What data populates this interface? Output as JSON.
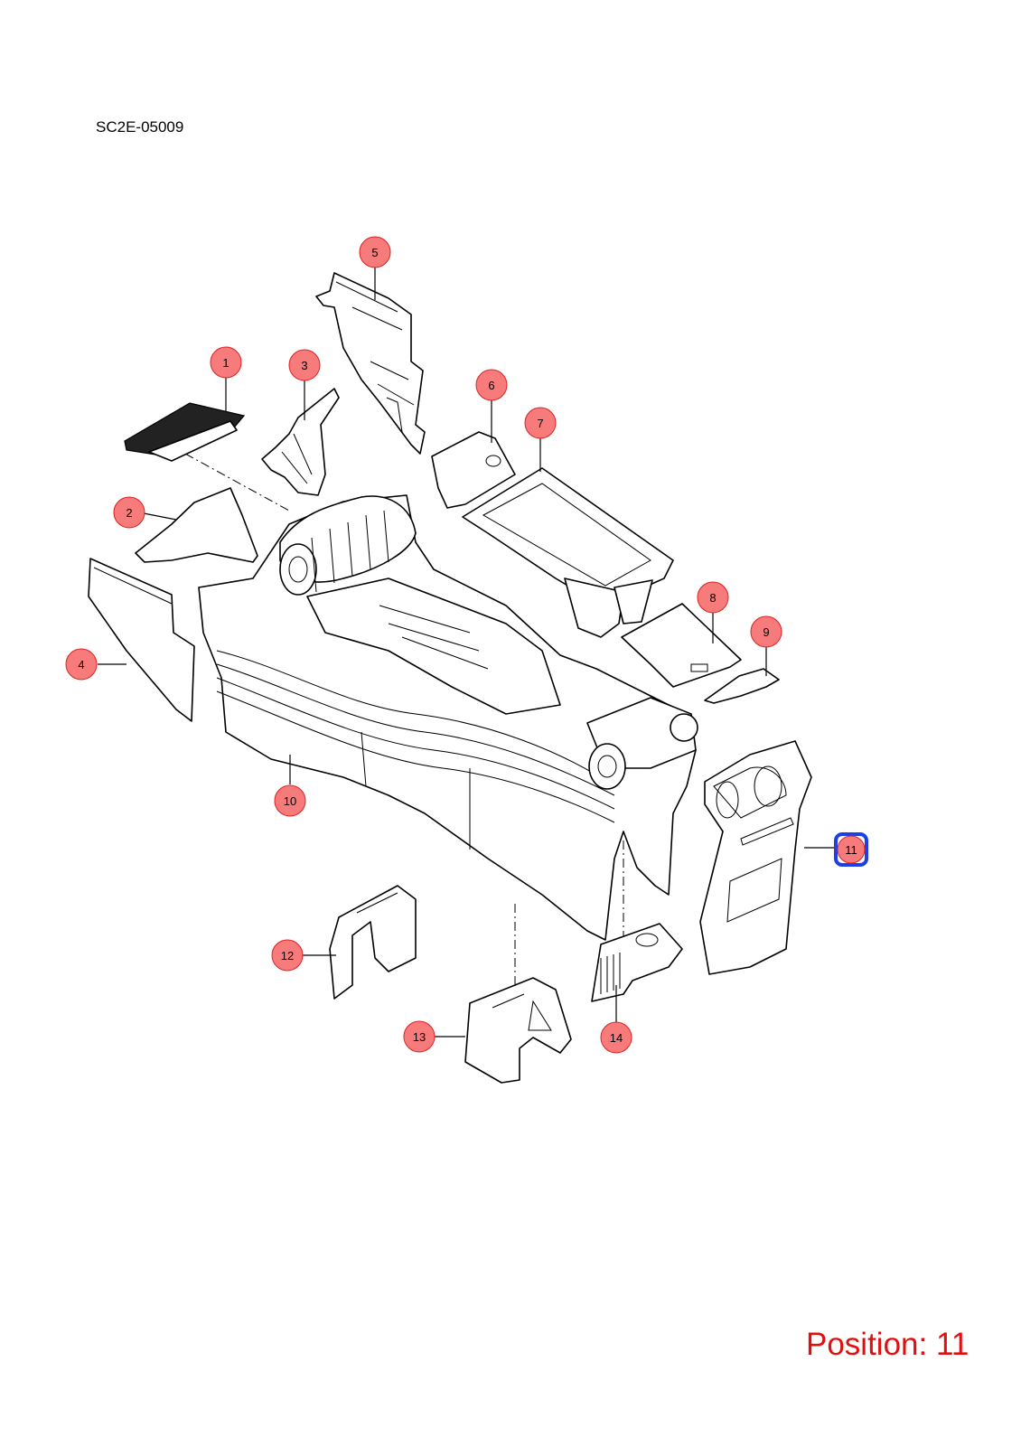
{
  "diagram_code": "SC2E-05009",
  "position_label": "Position: 11",
  "colors": {
    "callout_fill": "#f77b7b",
    "callout_stroke": "#d22222",
    "selected_outline": "#1f3fe6",
    "position_text": "#e01010",
    "line_art": "#000000"
  },
  "selected_part": "11",
  "callouts": [
    {
      "id": "1",
      "label": "1"
    },
    {
      "id": "2",
      "label": "2"
    },
    {
      "id": "3",
      "label": "3"
    },
    {
      "id": "4",
      "label": "4"
    },
    {
      "id": "5",
      "label": "5"
    },
    {
      "id": "6",
      "label": "6"
    },
    {
      "id": "7",
      "label": "7"
    },
    {
      "id": "8",
      "label": "8"
    },
    {
      "id": "9",
      "label": "9"
    },
    {
      "id": "10",
      "label": "10"
    },
    {
      "id": "11",
      "label": "11"
    },
    {
      "id": "12",
      "label": "12"
    },
    {
      "id": "13",
      "label": "13"
    },
    {
      "id": "14",
      "label": "14"
    }
  ]
}
